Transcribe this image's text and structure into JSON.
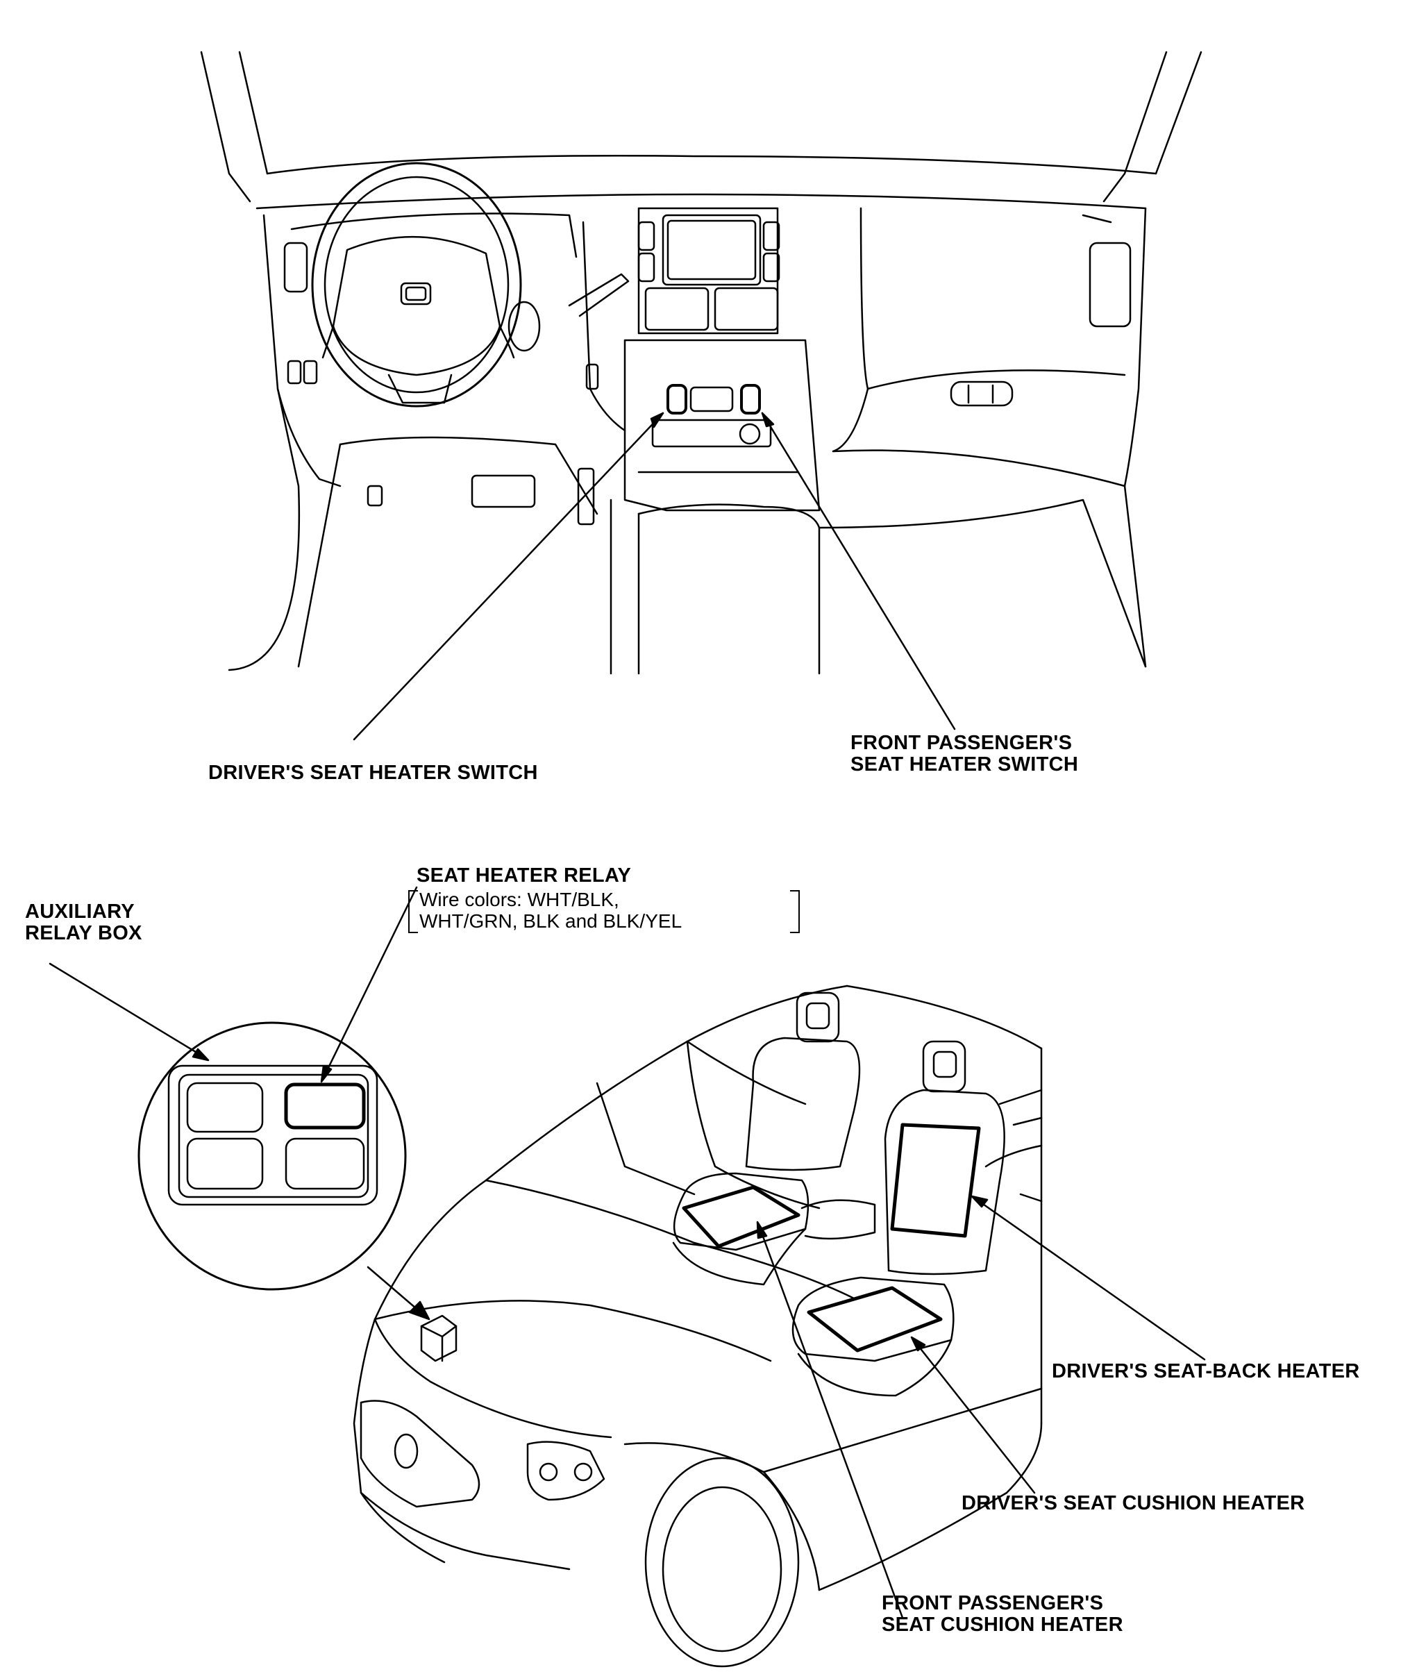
{
  "labels": {
    "driver_switch": "DRIVER'S SEAT HEATER SWITCH",
    "passenger_switch": [
      "FRONT PASSENGER'S",
      "SEAT HEATER SWITCH"
    ],
    "aux_relay_box": [
      "AUXILIARY",
      "RELAY BOX"
    ],
    "seat_heater_relay": "SEAT HEATER RELAY",
    "wire_colors": [
      "Wire colors: WHT/BLK,",
      "WHT/GRN, BLK and BLK/YEL"
    ],
    "driver_seatback": "DRIVER'S SEAT-BACK HEATER",
    "driver_cushion": "DRIVER'S SEAT CUSHION HEATER",
    "passenger_cushion": [
      "FRONT PASSENGER'S",
      "SEAT CUSHION HEATER"
    ]
  },
  "colors": {
    "line": "#000000",
    "background": "#ffffff"
  }
}
